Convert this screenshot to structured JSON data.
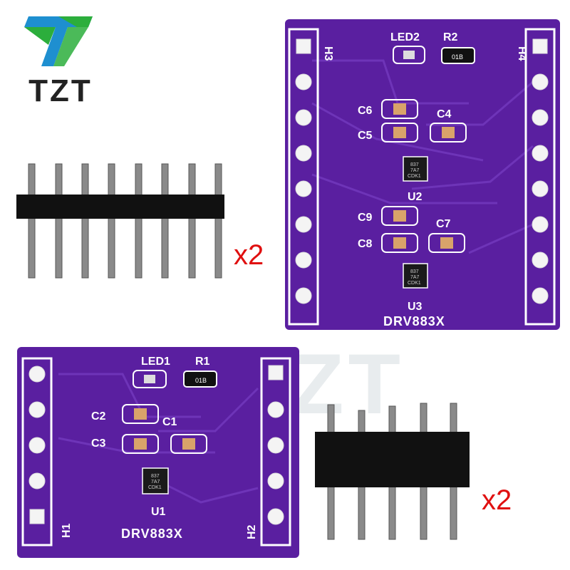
{
  "brand": {
    "name": "TZT"
  },
  "watermark": {
    "text": "TZT"
  },
  "quantities": {
    "header_8pin": "x2",
    "header_5pin": "x2"
  },
  "board_large": {
    "headers": [
      "H3",
      "H4"
    ],
    "components": [
      "LED2",
      "R2",
      "C6",
      "C4",
      "C5",
      "U2",
      "C9",
      "C7",
      "C8",
      "U3"
    ],
    "resistor_code": "01B",
    "chip_marking": [
      "837",
      "7A7",
      "CDK1"
    ],
    "name": "DRV883X"
  },
  "board_small": {
    "headers": [
      "H1",
      "H2"
    ],
    "components": [
      "LED1",
      "R1",
      "C2",
      "C1",
      "C3",
      "U1"
    ],
    "resistor_code": "01B",
    "chip_marking": [
      "837",
      "7A7",
      "CDK1"
    ],
    "name": "DRV883X"
  },
  "colors": {
    "pcb": "#5a1fa0",
    "brand_green": "#2cae3c",
    "brand_blue": "#1e8fd0",
    "qty_red": "#e01010"
  }
}
